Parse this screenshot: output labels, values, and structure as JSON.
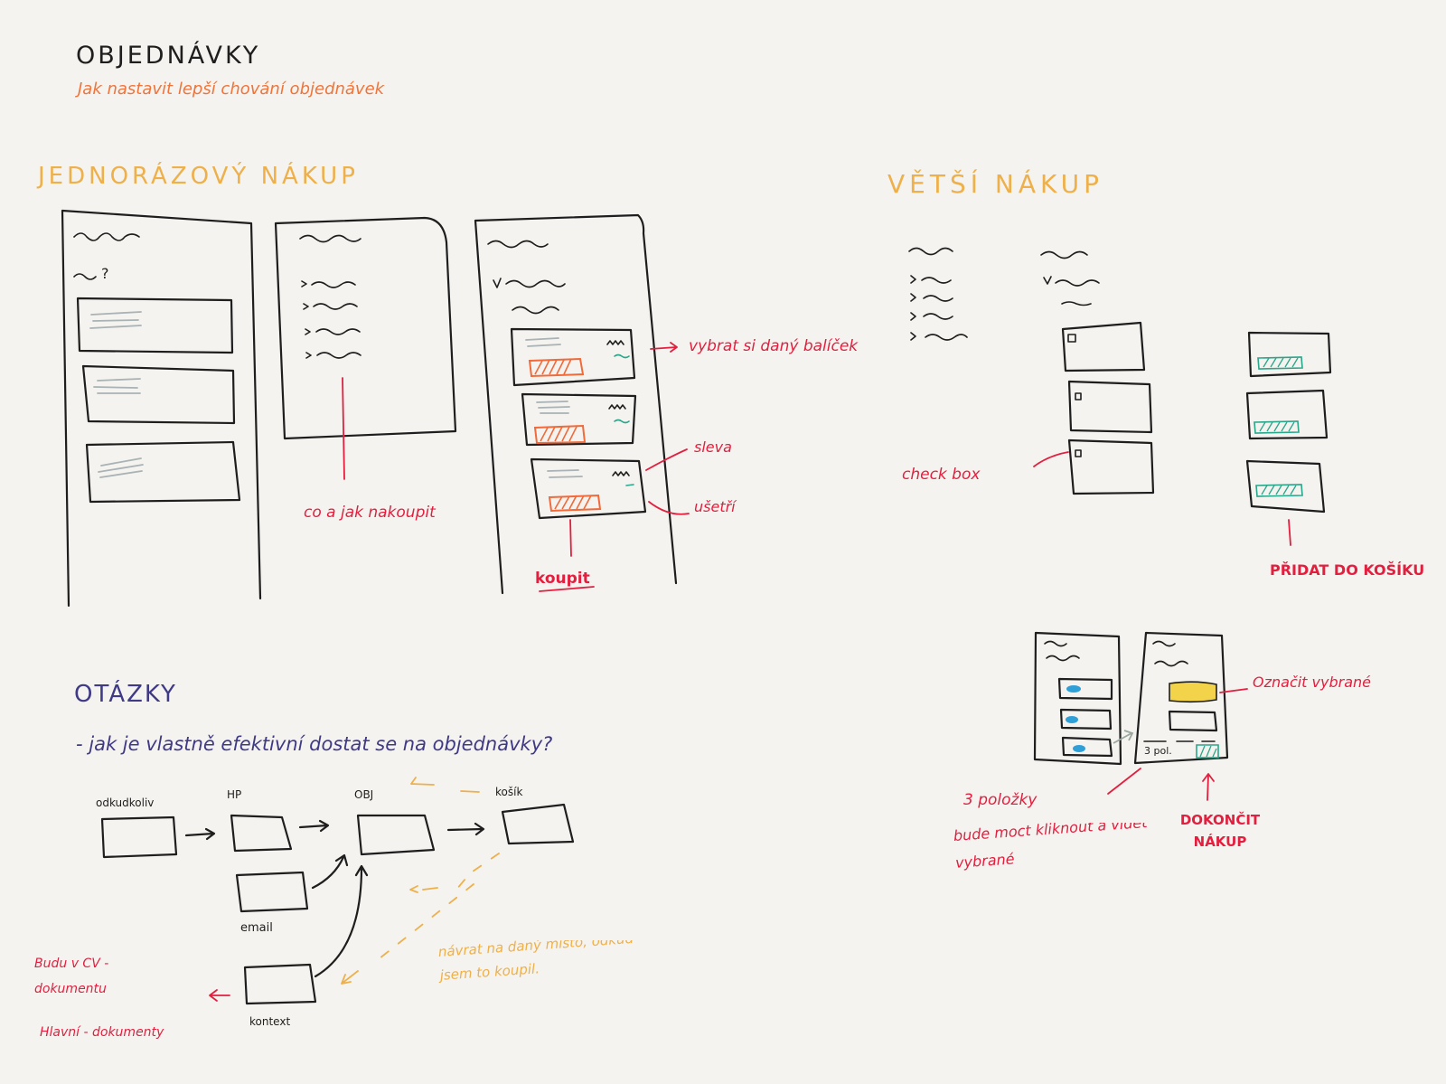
{
  "header": {
    "title": "OBJEDNÁVKY",
    "subtitle": "Jak nastavit lepší chování objednávek"
  },
  "sections": {
    "single_purchase": "JEDNORÁZOVÝ NÁKUP",
    "bigger_purchase": "VĚTŠÍ NÁKUP",
    "questions": "OTÁZKY"
  },
  "annotations_single": {
    "choose_package": "vybrat si daný balíček",
    "what_how_much": "co a jak nakoupit",
    "discount": "sleva",
    "savings": "ušetří",
    "buy": "koupit"
  },
  "annotations_bigger": {
    "checkbox": "check box",
    "add_to_cart": "PŘIDAT DO KOŠÍKU",
    "items_count": "3 položky",
    "items_note": "bude moct kliknout a vidět vybrané",
    "highlight_selected": "Označit vybrané",
    "finish_purchase": "DOKONČIT NÁKUP"
  },
  "questions": {
    "question_1": "- jak je vlastně efektivní dostat se na objednávky?"
  },
  "flow": {
    "node_1": "odkudkoliv",
    "node_2": "HP",
    "node_3": "OBJ",
    "node_4": "košík",
    "node_5": "email",
    "node_6": "kontext",
    "return_note": "návrat na daný místo, odkud jsem to koupil.",
    "cv_note": "Budu v CV - dokumentu",
    "home_note": "Hlavní - dokumenty"
  },
  "mini_panel": {
    "cart_label": "3 pol."
  },
  "colors": {
    "ink": "#1e1e1e",
    "orange": "#f0743a",
    "amber": "#eeb04a",
    "purple": "#3f3a86",
    "red": "#e21f3f",
    "green": "#2aa68b",
    "blue": "#2f9fd8",
    "yellow": "#f3d34a",
    "gray": "#a9b2b4"
  }
}
